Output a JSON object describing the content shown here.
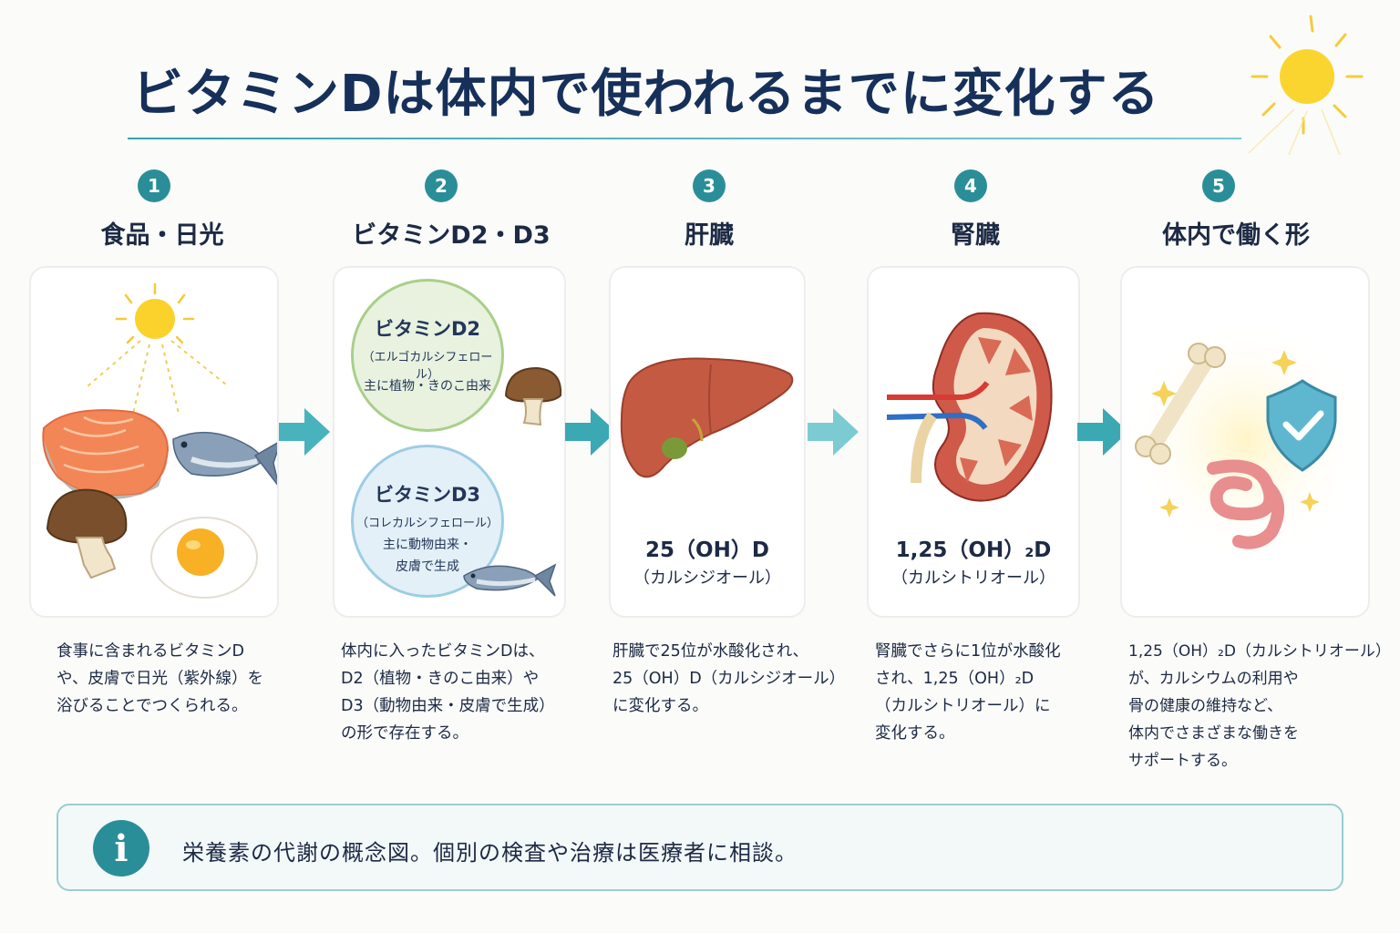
{
  "title": "ビタミンDは体内で使われるまでに変化する",
  "steps": [
    {
      "number": "1",
      "title": "食品・日光",
      "description": [
        "食事に含まれるビタミンD",
        "や、皮膚で日光（紫外線）を",
        "浴びることでつくられる。"
      ]
    },
    {
      "number": "2",
      "title": "ビタミンD2・D3",
      "d2": {
        "title": "ビタミンD2",
        "sub": "（エルゴカルシフェロール）",
        "note": "主に植物・きのこ由来"
      },
      "d3": {
        "title": "ビタミンD3",
        "sub": "（コレカルシフェロール）",
        "note1": "主に動物由来・",
        "note2": "皮膚で生成"
      },
      "description": [
        "体内に入ったビタミンDは、",
        "D2（植物・きのこ由来）や",
        "D3（動物由来・皮膚で生成）",
        "の形で存在する。"
      ]
    },
    {
      "number": "3",
      "title": "肝臓",
      "formula": "25（OH）D",
      "formula_name": "（カルシジオール）",
      "description": [
        "肝臓で25位が水酸化され、",
        "25（OH）D（カルシジオール）",
        "に変化する。"
      ]
    },
    {
      "number": "4",
      "title": "腎臓",
      "formula": "1,25（OH）₂D",
      "formula_name": "（カルシトリオール）",
      "description": [
        "腎臓でさらに1位が水酸化",
        "され、1,25（OH）₂D",
        "（カルシトリオール）に",
        "変化する。"
      ]
    },
    {
      "number": "5",
      "title": "体内で働く形",
      "description": [
        "1,25（OH）₂D（カルシトリオール）",
        "が、カルシウムの利用や",
        "骨の健康の維持など、",
        "体内でさまざまな働きを",
        "サポートする。"
      ]
    }
  ],
  "note": "栄養素の代謝の概念図。個別の検査や治療は医療者に相談。",
  "colors": {
    "accent": "#2a8e98",
    "title": "#16305a",
    "arrow": "#3aa9b4",
    "d2_circle": "#e6f1dc",
    "d3_circle": "#e2eff7",
    "sun": "#f9c929"
  },
  "icons": [
    "sun-icon",
    "salmon-icon",
    "fish-icon",
    "mushroom-icon",
    "egg-icon",
    "liver-icon",
    "kidney-icon",
    "bone-icon",
    "shield-check-icon",
    "intestine-icon",
    "info-icon",
    "arrow-right-icon"
  ]
}
